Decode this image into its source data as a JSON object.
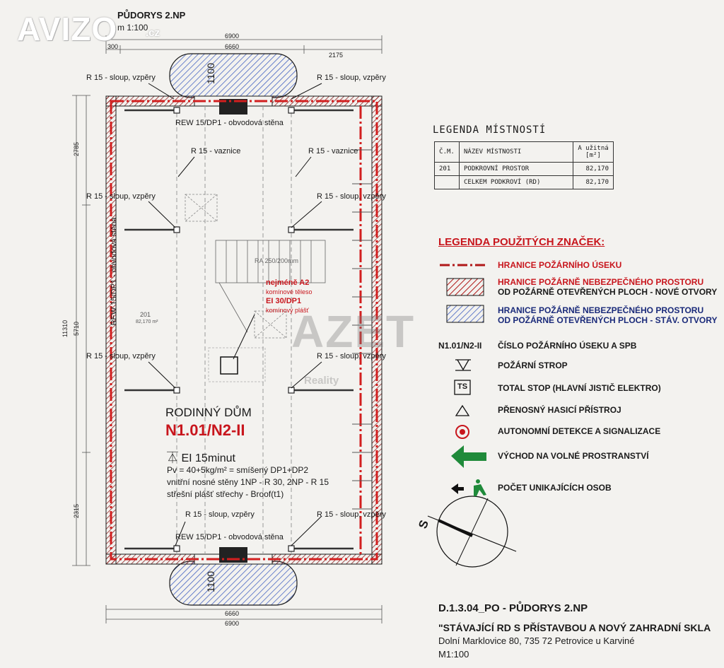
{
  "watermark": {
    "site": "AVIZO",
    "site_tld": ".cz",
    "agency": "AZET",
    "agency_sub": "Reality"
  },
  "plan": {
    "title": "PŮDORYS 2.NP",
    "scale": "m 1:100",
    "dimensions": {
      "top": "6900",
      "top_sub_left": "300",
      "top_sub_mid": "6660",
      "top_sub_right": "2175",
      "bottom": "6900",
      "bottom_sub": "6660",
      "balcony": "1100",
      "left_total": "11310",
      "left_a": "2785",
      "left_b": "5710",
      "left_c": "2315"
    },
    "labels": {
      "r15_sloup": "R 15 - sloup, vzpěry",
      "r15_vaznice": "R 15 - vaznice",
      "rew_top": "REW 15/DP1 - obvodová stěna",
      "rew_bottom": "REW 15/DP1 - obvodová stěna",
      "rew_side": "REW 15/DP1 - obvodová stěna",
      "chimney_a": "nejméně A2",
      "chimney_b": "komínové těleso",
      "chimney_c": "EI 30/DP1",
      "chimney_d": "komínový plášť",
      "room_no": "201",
      "room_area": "82,170 m²",
      "stair_note": "RA 250/200mm"
    },
    "zone": {
      "building": "RODINNÝ DŮM",
      "code": "N1.01/N2-II",
      "ei": "EI 15minut",
      "pv": "Pv = 40+5kg/m² = smíšený DP1+DP2",
      "walls": "vnitřní nosné stěny 1NP - R 30, 2NP - R 15",
      "roof": "střešní plášť střechy - Broof(t1)"
    },
    "north_label": "S"
  },
  "rooms_legend": {
    "title": "LEGENDA MÍSTNOSTÍ",
    "headers": [
      "Č.M.",
      "NÁZEV MÍSTNOSTI",
      "A užitná [m²]"
    ],
    "rows": [
      [
        "201",
        "PODKROVNÍ PROSTOR",
        "82,170"
      ]
    ],
    "total_label": "CELKEM PODKROVÍ (RD)",
    "total_value": "82,170"
  },
  "symbols_legend": {
    "title": "LEGENDA POUŽITÝCH ZNAČEK:",
    "items": {
      "fire_boundary": "HRANICE POŽÁRNÍHO ÚSEKU",
      "danger_new_1": "HRANICE POŽÁRNĚ NEBEZPEČNÉHO PROSTORU",
      "danger_new_2": "OD POŽÁRNĚ OTEVŘENÝCH PLOCH - NOVÉ OTVORY",
      "danger_exist_1": "HRANICE POŽÁRNĚ NEBEZPEČNÉHO PROSTORU",
      "danger_exist_2": "OD POŽÁRNĚ OTEVŘENÝCH PLOCH - STÁV. OTVORY",
      "zone_code_symbol": "N1.01/N2-II",
      "zone_code": "ČÍSLO POŽÁRNÍHO ÚSEKU A SPB",
      "fire_ceiling": "POŽÁRNÍ STROP",
      "total_stop_symbol": "TS",
      "total_stop": "TOTAL STOP (HLAVNÍ JISTIČ ELEKTRO)",
      "extinguisher": "PŘENOSNÝ HASICÍ PŘÍSTROJ",
      "detector": "AUTONOMNÍ DETEKCE A SIGNALIZACE",
      "exit": "VÝCHOD NA VOLNÉ PROSTRANSTVÍ",
      "persons": "POČET UNIKAJÍCÍCH OSOB"
    }
  },
  "footer": {
    "code": "D.1.3.04_PO - PŮDORYS 2.NP",
    "project": "\"STÁVAJÍCÍ RD S PŘÍSTAVBOU A NOVÝ ZAHRADNÍ SKLA",
    "address": "Dolní Marklovice 80, 735 72 Petrovice u Karviné",
    "scale": "M1:100"
  },
  "colors": {
    "fire_red": "#c8161d",
    "exit_green": "#1f8a3a",
    "hatch_blue": "#3b5bbf",
    "wall_red": "#d21f1f"
  }
}
